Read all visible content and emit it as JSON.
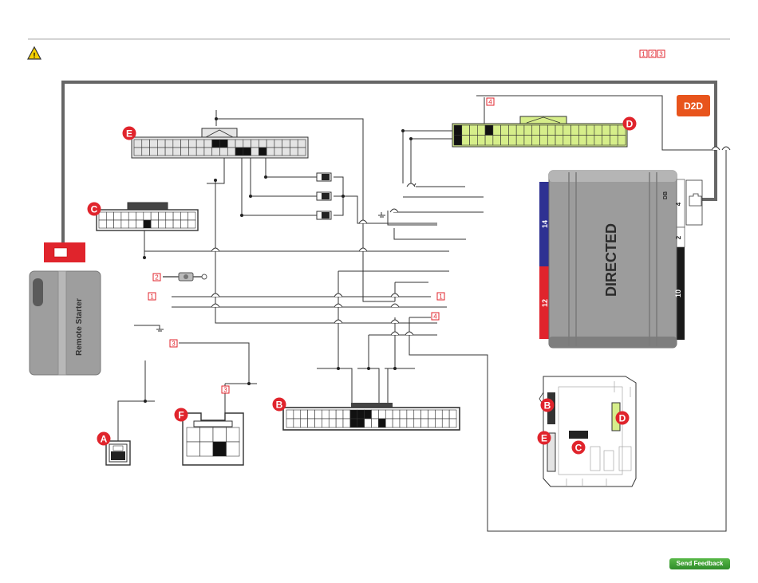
{
  "header": {
    "warning_icon": "warning-triangle-icon",
    "note_refs": [
      "1",
      "2",
      "3"
    ]
  },
  "remote_starter": {
    "label": "Remote Starter"
  },
  "module": {
    "brand": "DIRECTED",
    "model": "DB",
    "port_labels": [
      "14",
      "12",
      "4",
      "2",
      "10"
    ],
    "colors": {
      "blue": "#2e3192",
      "red": "#e0242c",
      "black": "#1a1a1a",
      "body": "#9a9a9a"
    }
  },
  "d2d_logo": {
    "text": "D2D"
  },
  "connectors": {
    "A": "A",
    "B": "B",
    "C": "C",
    "D": "D",
    "E": "E",
    "F": "F"
  },
  "notes": {
    "n1": "1",
    "n2": "2",
    "n3": "3",
    "n4": "4"
  },
  "feedback_label": "Send Feedback",
  "colors": {
    "badge": "#e0242c",
    "wire": "#333333",
    "conn_green": "#d6ee8a",
    "conn_grey": "#e4e4e4",
    "frame": "#666666"
  }
}
